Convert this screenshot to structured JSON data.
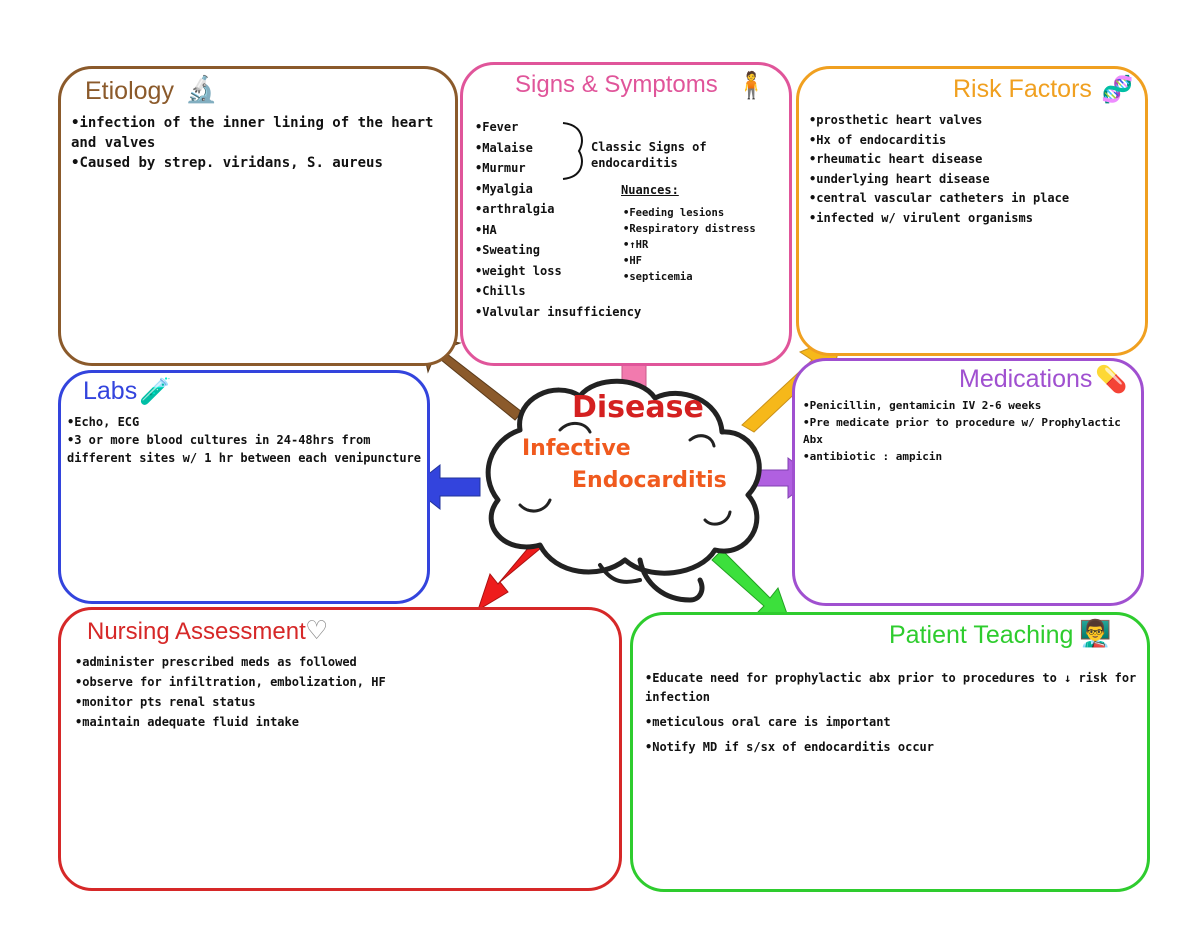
{
  "center": {
    "title": "Disease",
    "subject_line1": "Infective",
    "subject_line2": "Endocarditis"
  },
  "colors": {
    "etiology": "#8B5A2B",
    "signs": "#E0559A",
    "risk": "#F0A020",
    "labs": "#3344DD",
    "medications": "#A050D0",
    "nursing": "#D62828",
    "teaching": "#2ECC2E",
    "center_title": "#D42020",
    "center_subject": "#F05A1E"
  },
  "etiology": {
    "title": "Etiology",
    "icon": "microscope-icon",
    "items": [
      "infection of the inner lining of the heart and valves",
      "Caused by strep. viridans, S. aureus"
    ]
  },
  "signs": {
    "title": "Signs & Symptoms",
    "icon": "body-icon",
    "items": [
      "Fever",
      "Malaise",
      "Murmur",
      "Myalgia",
      "arthralgia",
      "HA",
      "Sweating",
      "weight loss",
      "Chills",
      "Valvular insufficiency"
    ],
    "classic_note": "Classic Signs of endocarditis",
    "nuances_heading": "Nuances:",
    "nuances": [
      "Feeding lesions",
      "Respiratory distress",
      "↑HR",
      "HF",
      "septicemia"
    ]
  },
  "risk": {
    "title": "Risk Factors",
    "icon": "dna-icon",
    "items": [
      "prosthetic heart valves",
      "Hx of endocarditis",
      "rheumatic heart disease",
      "underlying heart disease",
      "central vascular catheters in place",
      "infected w/ virulent organisms"
    ]
  },
  "labs": {
    "title": "Labs",
    "icon": "test-tube-icon",
    "items": [
      "Echo, ECG",
      "3 or more blood cultures in 24-48hrs from different sites w/ 1 hr between each venipuncture"
    ]
  },
  "medications": {
    "title": "Medications",
    "icon": "pills-icon",
    "items": [
      "Penicillin, gentamicin IV 2-6 weeks",
      "Pre medicate prior to procedure w/ Prophylactic Abx",
      "antibiotic : ampicin"
    ]
  },
  "nursing": {
    "title": "Nursing Assessment",
    "icon": "heartbeat-icon",
    "items": [
      "administer prescribed meds as followed",
      "observe for infiltration, embolization, HF",
      "monitor pts renal status",
      "maintain adequate fluid intake"
    ]
  },
  "teaching": {
    "title": "Patient Teaching",
    "icon": "teacher-icon",
    "items": [
      "Educate need for prophylactic abx prior to procedures to ↓ risk for infection",
      "meticulous oral care is important",
      "Notify MD if s/sx of endocarditis occur"
    ]
  }
}
